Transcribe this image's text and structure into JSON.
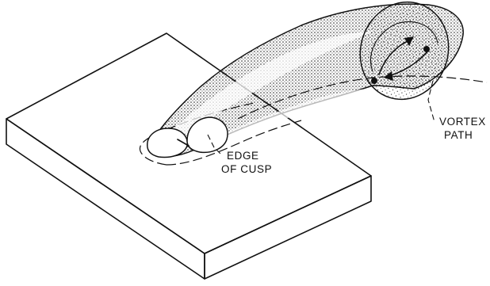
{
  "labels": {
    "edge_of_cusp": [
      "EDGE",
      "OF CUSP"
    ],
    "vortex_path": [
      "VORTEX",
      "PATH"
    ]
  },
  "colors": {
    "ink": "#111111",
    "paper": "#ffffff"
  }
}
